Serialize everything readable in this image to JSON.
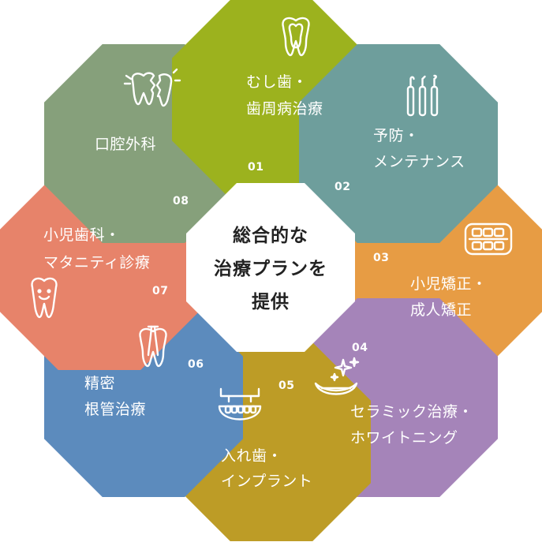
{
  "center": {
    "lines": [
      "総合的な",
      "治療プランを",
      "提供"
    ]
  },
  "segments": [
    {
      "id": "s01",
      "number": "01",
      "lines": [
        "むし歯・",
        "歯周病治療"
      ],
      "color": "#9cb21e",
      "icon": "tooth-root-icon"
    },
    {
      "id": "s02",
      "number": "02",
      "lines": [
        "予防・",
        "メンテナンス"
      ],
      "color": "#6e9e9c",
      "icon": "dental-tools-icon"
    },
    {
      "id": "s03",
      "number": "03",
      "lines": [
        "小児矯正・",
        "成人矯正"
      ],
      "color": "#e79c44",
      "icon": "braces-icon"
    },
    {
      "id": "s04",
      "number": "04",
      "lines": [
        "セラミック治療・",
        "ホワイトニング"
      ],
      "color": "#a584b9",
      "icon": "sparkling-smile-icon"
    },
    {
      "id": "s05",
      "number": "05",
      "lines": [
        "入れ歯・",
        "インプラント"
      ],
      "color": "#bd9c26",
      "icon": "denture-icon"
    },
    {
      "id": "s06",
      "number": "06",
      "lines": [
        "精密",
        "根管治療"
      ],
      "color": "#5c8bbd",
      "icon": "root-canal-icon"
    },
    {
      "id": "s07",
      "number": "07",
      "lines": [
        "小児歯科・",
        "マタニティ診療"
      ],
      "color": "#e7836a",
      "icon": "smiling-tooth-icon"
    },
    {
      "id": "s08",
      "number": "08",
      "lines": [
        "口腔外科"
      ],
      "color": "#86a07b",
      "icon": "broken-tooth-icon"
    }
  ]
}
